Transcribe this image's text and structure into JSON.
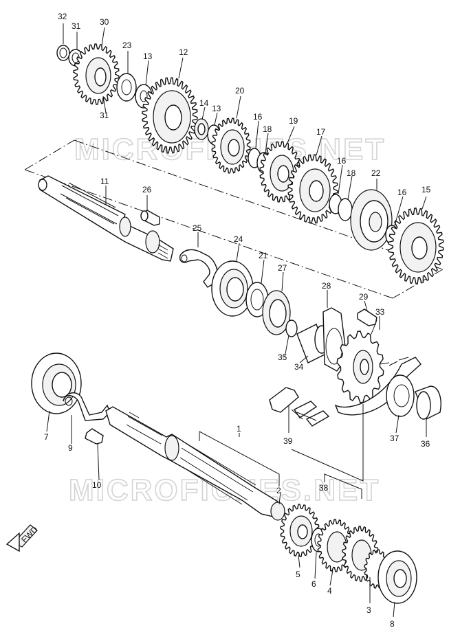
{
  "watermark": {
    "upper": "MICROFICHES.NET",
    "lower": "MICROFICHES.NET"
  },
  "fwd_label": "FWD",
  "callouts": [
    {
      "id": "c1",
      "num": "1"
    },
    {
      "id": "c2",
      "num": "2"
    },
    {
      "id": "c3",
      "num": "3"
    },
    {
      "id": "c4",
      "num": "4"
    },
    {
      "id": "c5",
      "num": "5"
    },
    {
      "id": "c6",
      "num": "6"
    },
    {
      "id": "c7",
      "num": "7"
    },
    {
      "id": "c8",
      "num": "8"
    },
    {
      "id": "c9",
      "num": "9"
    },
    {
      "id": "c10",
      "num": "10"
    },
    {
      "id": "c11",
      "num": "11"
    },
    {
      "id": "c12",
      "num": "12"
    },
    {
      "id": "c13a",
      "num": "13"
    },
    {
      "id": "c13b",
      "num": "13"
    },
    {
      "id": "c14",
      "num": "14"
    },
    {
      "id": "c15",
      "num": "15"
    },
    {
      "id": "c16a",
      "num": "16"
    },
    {
      "id": "c16b",
      "num": "16"
    },
    {
      "id": "c16c",
      "num": "16"
    },
    {
      "id": "c17",
      "num": "17"
    },
    {
      "id": "c18a",
      "num": "18"
    },
    {
      "id": "c18b",
      "num": "18"
    },
    {
      "id": "c19",
      "num": "19"
    },
    {
      "id": "c20",
      "num": "20"
    },
    {
      "id": "c21",
      "num": "21"
    },
    {
      "id": "c22",
      "num": "22"
    },
    {
      "id": "c23",
      "num": "23"
    },
    {
      "id": "c24",
      "num": "24"
    },
    {
      "id": "c25",
      "num": "25"
    },
    {
      "id": "c26",
      "num": "26"
    },
    {
      "id": "c27",
      "num": "27"
    },
    {
      "id": "c28",
      "num": "28"
    },
    {
      "id": "c29",
      "num": "29"
    },
    {
      "id": "c30",
      "num": "30"
    },
    {
      "id": "c31a",
      "num": "31"
    },
    {
      "id": "c31b",
      "num": "31"
    },
    {
      "id": "c32",
      "num": "32"
    },
    {
      "id": "c33",
      "num": "33"
    },
    {
      "id": "c34",
      "num": "34"
    },
    {
      "id": "c35",
      "num": "35"
    },
    {
      "id": "c36",
      "num": "36"
    },
    {
      "id": "c37",
      "num": "37"
    },
    {
      "id": "c38",
      "num": "38"
    },
    {
      "id": "c39",
      "num": "39"
    }
  ]
}
